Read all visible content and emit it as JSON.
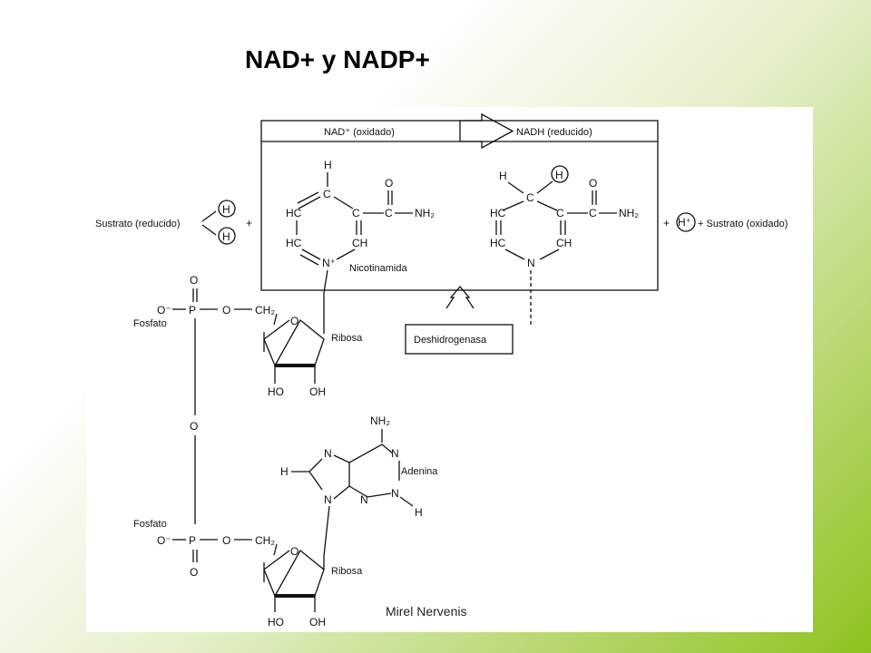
{
  "slide": {
    "title": "NAD+ y NADP+",
    "credit": "Mirel Nervenis"
  },
  "diagram": {
    "header_left": "NAD⁺ (oxidado)",
    "header_right": "NADH (reducido)",
    "substrate_reduced": "Sustrato (reducido)",
    "substrate_oxidized": "+ Sustrato (oxidado)",
    "plus": "+",
    "nicotinamide": "Nicotinamida",
    "ribose_label": "Ribosa",
    "phosphate_label": "Fosfato",
    "dehydrogenase": "Deshidrogenasa",
    "adenine": "Adenina",
    "atoms": {
      "H": "H",
      "H_plus": "H⁺",
      "C": "C",
      "CH": "CH",
      "HC": "HC",
      "N": "N",
      "N_plus": "N⁺",
      "O": "O",
      "O_minus": "O⁻",
      "P": "P",
      "NH2": "NH₂",
      "CH2": "CH₂",
      "HO": "HO",
      "OH": "OH"
    }
  }
}
